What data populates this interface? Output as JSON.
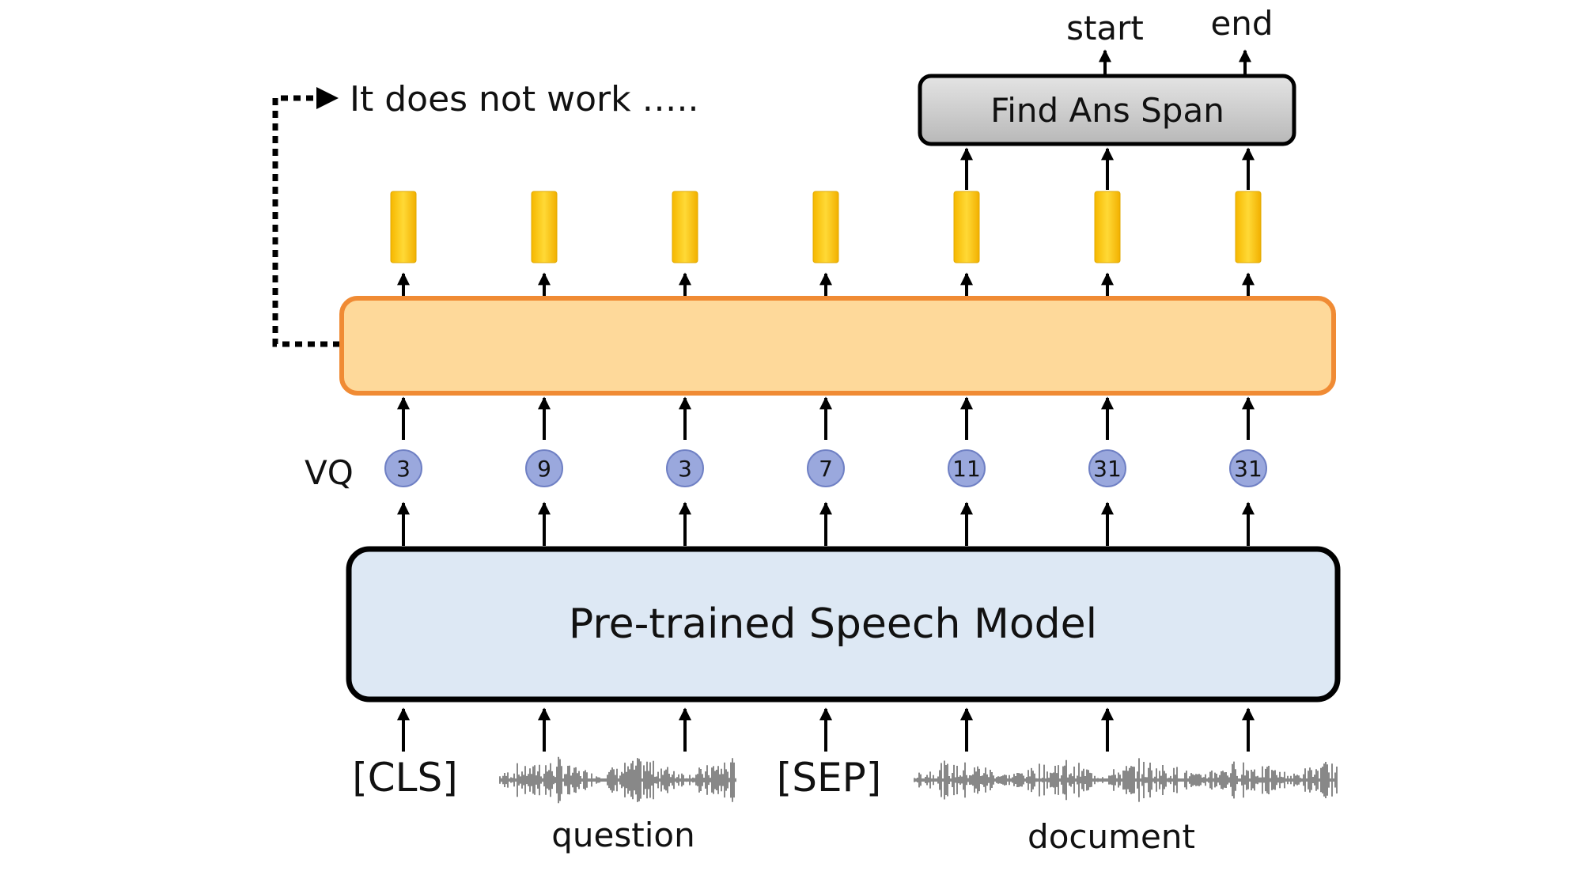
{
  "feedback": {
    "text": "It does not work ….."
  },
  "output_labels": {
    "start": "start",
    "end": "end"
  },
  "find_span": {
    "label": "Find Ans Span"
  },
  "vq": {
    "label": "VQ",
    "codes": [
      "3",
      "9",
      "3",
      "7",
      "11",
      "31",
      "31"
    ]
  },
  "speech_model": {
    "label": "Pre-trained Speech Model"
  },
  "inputs": {
    "cls": "[CLS]",
    "sep": "[SEP]",
    "question": "question",
    "document": "document"
  },
  "colors": {
    "embedding": "#f8c81c",
    "embedding_edge": "#e0a800",
    "transformer_fill": "#fed99a",
    "transformer_border": "#f08b34",
    "vq_circle": "#9aa8dd",
    "vq_circle_edge": "#6f80c4",
    "find_span_fill": "#c9c9c9",
    "speech_model_fill": "#dde8f4",
    "waveform": "#6b6b6b"
  }
}
